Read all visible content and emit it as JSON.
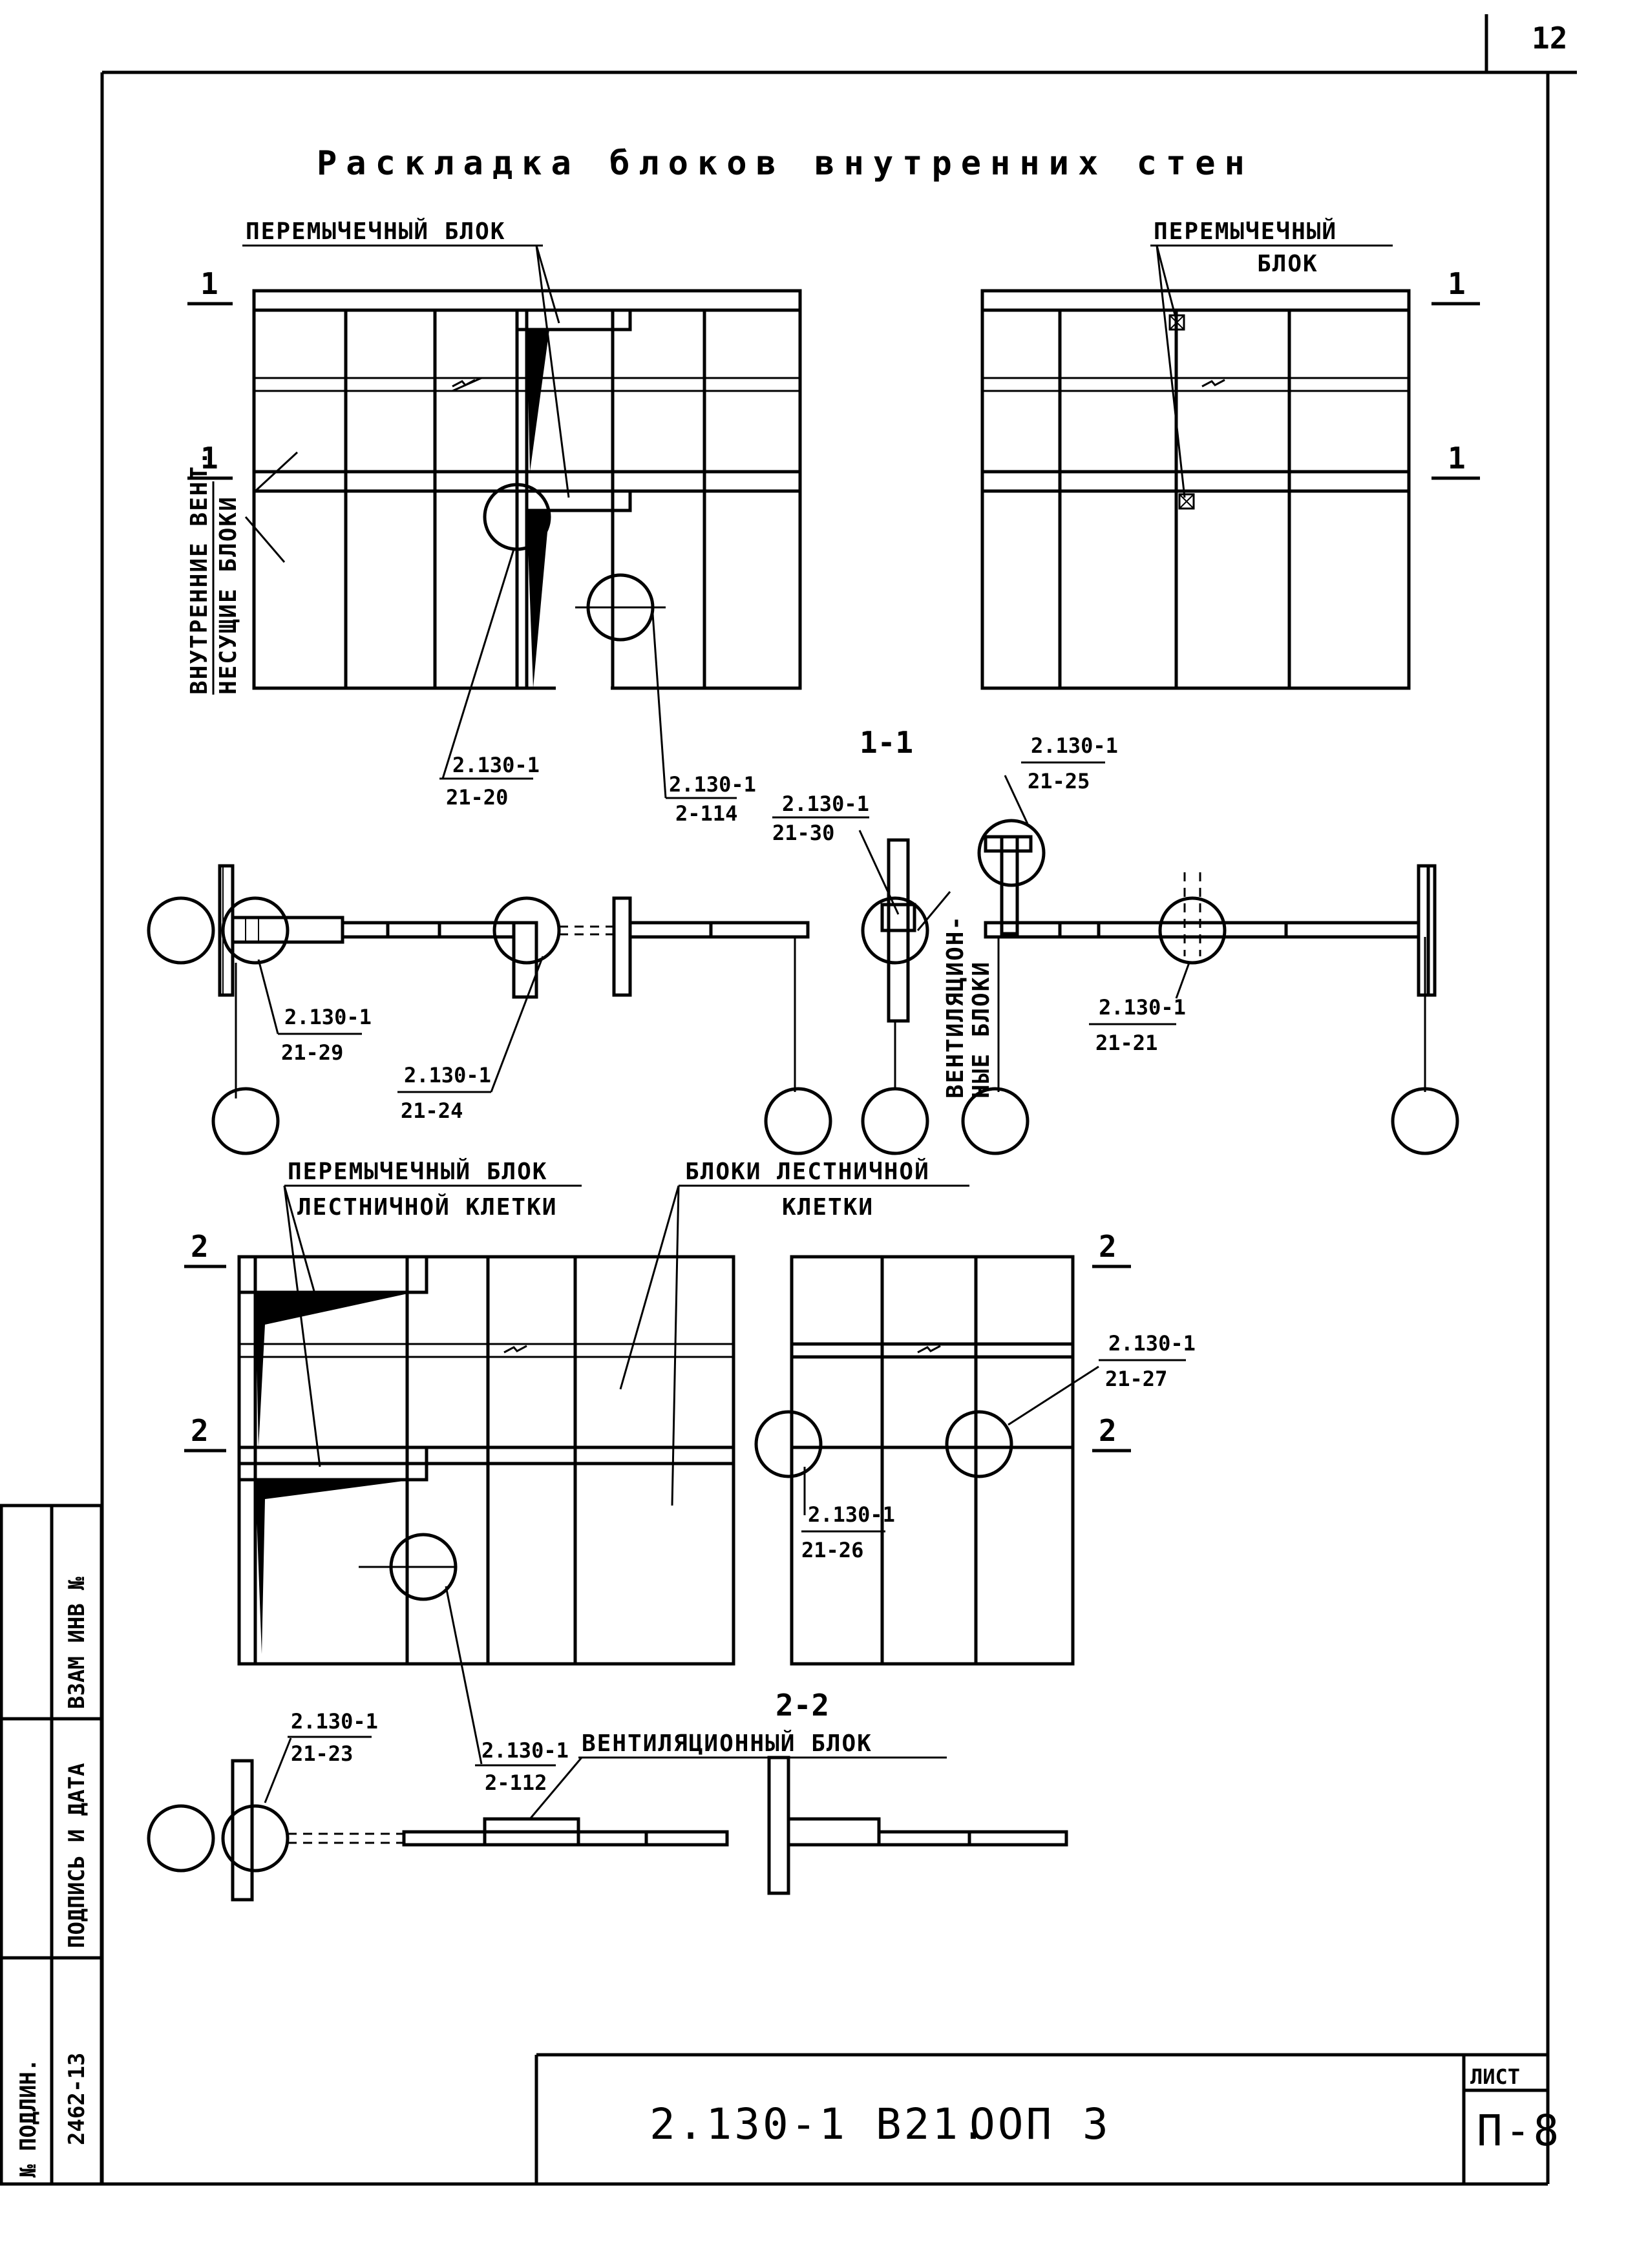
{
  "sheet": {
    "page_number": "12",
    "title": "Раскладка блоков внутренних стен"
  },
  "labels": {
    "lintel_block_top_left": "ПЕРЕМЫЧЕЧНЫЙ БЛОК",
    "lintel_block_top_right_1": "ПЕРЕМЫЧЕЧНЫЙ",
    "lintel_block_top_right_2": "БЛОК",
    "internal_vent_1": "ВНУТРЕННИЕ ВЕНТ.",
    "internal_vent_2": "НЕСУЩИЕ БЛОКИ",
    "ventilation_blocks_1": "ВЕНТИЛЯЦИОН-",
    "ventilation_blocks_2": "НЫЕ БЛОКИ",
    "stair_lintel_1": "ПЕРЕМЫЧЕЧНЫЙ БЛОК",
    "stair_lintel_2": "ЛЕСТНИЧНОЙ КЛЕТКИ",
    "stair_blocks_1": "БЛОКИ ЛЕСТНИЧНОЙ",
    "stair_blocks_2": "КЛЕТКИ",
    "ventilation_block": "ВЕНТИЛЯЦИОННЫЙ БЛОК"
  },
  "section_marks": {
    "s1": "1",
    "s2": "2",
    "section_1_1": "1-1",
    "section_2_2": "2-2"
  },
  "references": [
    {
      "top": "2.130-1",
      "bottom": "21-20"
    },
    {
      "top": "2.130-1",
      "bottom": "2-114"
    },
    {
      "top": "2.130-1",
      "bottom": "21-25"
    },
    {
      "top": "2.130-1",
      "bottom": "21-30"
    },
    {
      "top": "2.130-1",
      "bottom": "21-29"
    },
    {
      "top": "2.130-1",
      "bottom": "21-24"
    },
    {
      "top": "2.130-1",
      "bottom": "21-21"
    },
    {
      "top": "2.130-1",
      "bottom": "21-27"
    },
    {
      "top": "2.130-1",
      "bottom": "21-26"
    },
    {
      "top": "2.130-1",
      "bottom": "21-23"
    },
    {
      "top": "2.130-1",
      "bottom": "2-112"
    }
  ],
  "side_stamp": {
    "inv_no": "ВЗАМ ИНВ №",
    "sign_date": "ПОДПИСЬ И ДАТА",
    "orig_no": "№ ПОДЛИН.",
    "orig_value": "2462-13"
  },
  "title_block": {
    "designation": "2.130-1 В21.",
    "code": "ООП 3",
    "sheet_label": "ЛИСТ",
    "sheet_value": "П-8"
  }
}
